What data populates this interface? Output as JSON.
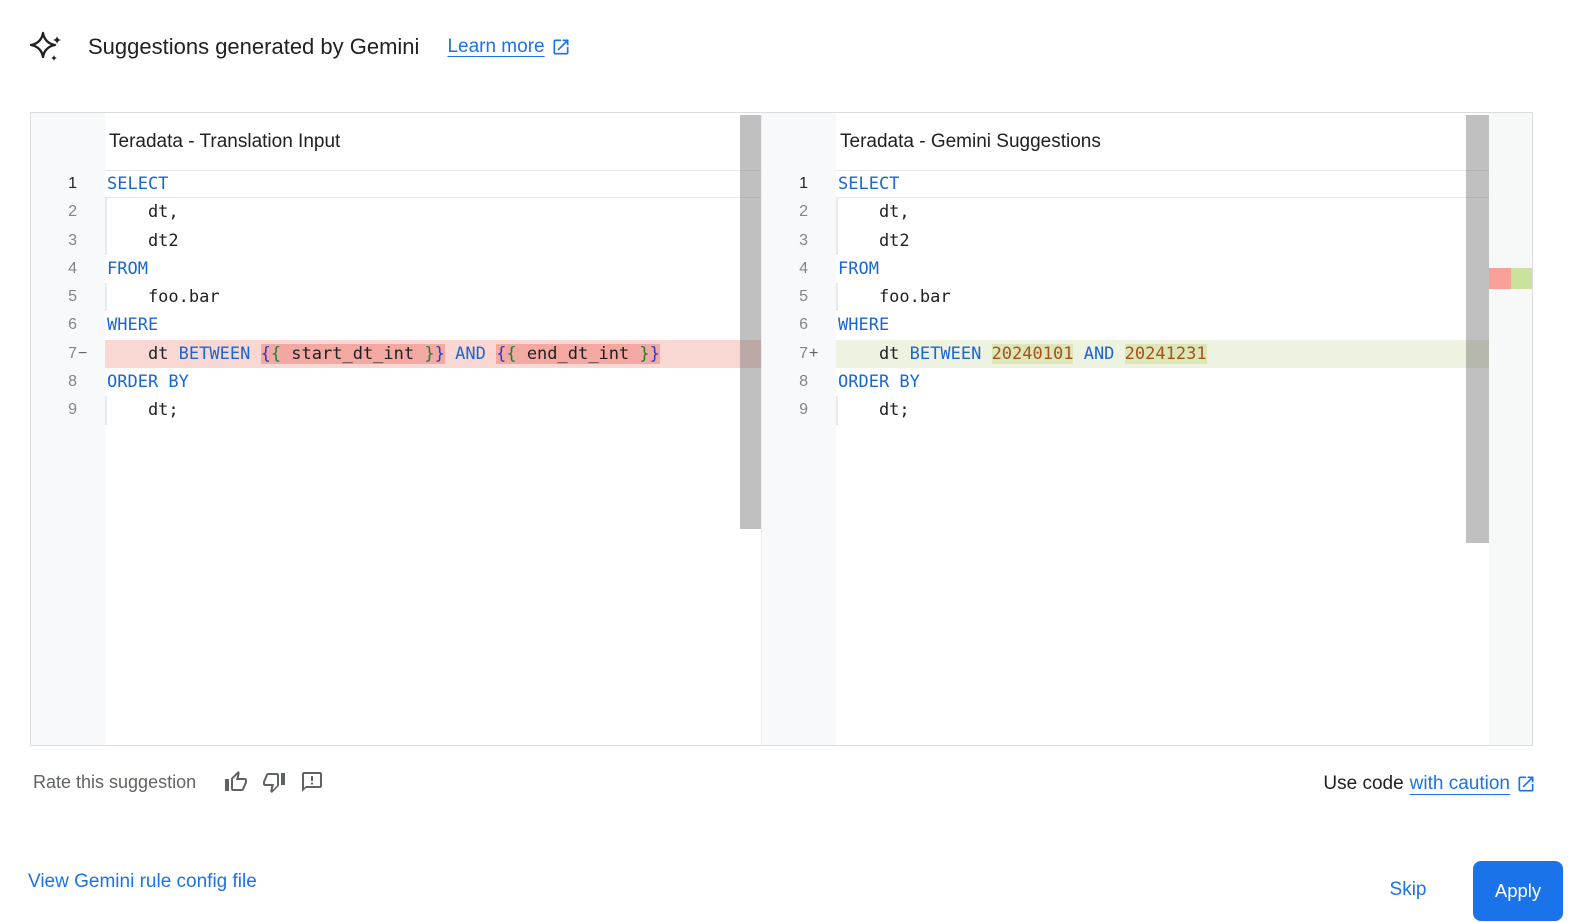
{
  "header": {
    "title": "Suggestions generated by Gemini",
    "learn_more_label": "Learn more",
    "sparkle_icon": "gemini-sparkle-icon",
    "external_icon": "open-in-new-icon"
  },
  "colors": {
    "link_blue": "#1a73e8",
    "keyword_blue": "#1967d2",
    "number_literal": "#a6521b",
    "brace_blue": "#2b38c8",
    "brace_green": "#188038",
    "removed_line_bg": "#f9d8d4",
    "removed_word_bg": "#f3a8a1",
    "added_line_bg": "#eef2e1",
    "added_word_bg": "#dce6b8",
    "ruler_mark_red": "#f9a099",
    "ruler_mark_green": "#cbe29e",
    "apply_button_bg": "#1a73e8"
  },
  "panels": [
    {
      "title": "Teradata - Translation Input",
      "lines": [
        {
          "n": "1",
          "sign": "",
          "cls": "first",
          "tokens": [
            {
              "t": "SELECT",
              "c": "kw"
            }
          ]
        },
        {
          "n": "2",
          "sign": "",
          "indent": true,
          "tokens": [
            {
              "t": "    dt,",
              "c": "pl"
            }
          ]
        },
        {
          "n": "3",
          "sign": "",
          "indent": true,
          "tokens": [
            {
              "t": "    dt2",
              "c": "pl"
            }
          ]
        },
        {
          "n": "4",
          "sign": "",
          "tokens": [
            {
              "t": "FROM",
              "c": "kw"
            }
          ]
        },
        {
          "n": "5",
          "sign": "",
          "indent": true,
          "tokens": [
            {
              "t": "    foo.bar",
              "c": "pl"
            }
          ]
        },
        {
          "n": "6",
          "sign": "",
          "tokens": [
            {
              "t": "WHERE",
              "c": "kw"
            }
          ]
        },
        {
          "n": "7",
          "sign": "−",
          "cls": "removed",
          "tokens": [
            {
              "t": "    dt ",
              "c": "pl"
            },
            {
              "t": "BETWEEN",
              "c": "kw"
            },
            {
              "t": " ",
              "c": "pl"
            },
            {
              "hl": true,
              "seg": [
                {
                  "t": "{",
                  "c": "b1"
                },
                {
                  "t": "{",
                  "c": "b2"
                },
                {
                  "t": " start_dt_int ",
                  "c": "pl"
                },
                {
                  "t": "}",
                  "c": "b2"
                },
                {
                  "t": "}",
                  "c": "b1"
                }
              ]
            },
            {
              "t": " ",
              "c": "pl"
            },
            {
              "t": "AND",
              "c": "kw"
            },
            {
              "t": " ",
              "c": "pl"
            },
            {
              "hl": true,
              "seg": [
                {
                  "t": "{",
                  "c": "b1"
                },
                {
                  "t": "{",
                  "c": "b2"
                },
                {
                  "t": " end_dt_int ",
                  "c": "pl"
                },
                {
                  "t": "}",
                  "c": "b2"
                },
                {
                  "t": "}",
                  "c": "b1"
                }
              ]
            }
          ]
        },
        {
          "n": "8",
          "sign": "",
          "tokens": [
            {
              "t": "ORDER BY",
              "c": "kw"
            }
          ]
        },
        {
          "n": "9",
          "sign": "",
          "indent": true,
          "tokens": [
            {
              "t": "    dt;",
              "c": "pl"
            }
          ]
        }
      ]
    },
    {
      "title": "Teradata - Gemini Suggestions",
      "lines": [
        {
          "n": "1",
          "sign": "",
          "cls": "first",
          "tokens": [
            {
              "t": "SELECT",
              "c": "kw"
            }
          ]
        },
        {
          "n": "2",
          "sign": "",
          "indent": true,
          "tokens": [
            {
              "t": "    dt,",
              "c": "pl"
            }
          ]
        },
        {
          "n": "3",
          "sign": "",
          "indent": true,
          "tokens": [
            {
              "t": "    dt2",
              "c": "pl"
            }
          ]
        },
        {
          "n": "4",
          "sign": "",
          "tokens": [
            {
              "t": "FROM",
              "c": "kw"
            }
          ]
        },
        {
          "n": "5",
          "sign": "",
          "indent": true,
          "tokens": [
            {
              "t": "    foo.bar",
              "c": "pl"
            }
          ]
        },
        {
          "n": "6",
          "sign": "",
          "tokens": [
            {
              "t": "WHERE",
              "c": "kw"
            }
          ]
        },
        {
          "n": "7",
          "sign": "+",
          "cls": "added",
          "tokens": [
            {
              "t": "    dt ",
              "c": "pl"
            },
            {
              "t": "BETWEEN",
              "c": "kw"
            },
            {
              "t": " ",
              "c": "pl"
            },
            {
              "hl": true,
              "seg": [
                {
                  "t": "20240101",
                  "c": "num"
                }
              ]
            },
            {
              "t": " ",
              "c": "pl"
            },
            {
              "t": "AND",
              "c": "kw"
            },
            {
              "t": " ",
              "c": "pl"
            },
            {
              "hl": true,
              "seg": [
                {
                  "t": "20241231",
                  "c": "num"
                }
              ]
            }
          ]
        },
        {
          "n": "8",
          "sign": "",
          "tokens": [
            {
              "t": "ORDER BY",
              "c": "kw"
            }
          ]
        },
        {
          "n": "9",
          "sign": "",
          "indent": true,
          "tokens": [
            {
              "t": "    dt;",
              "c": "pl"
            }
          ]
        }
      ]
    }
  ],
  "rate": {
    "label": "Rate this suggestion",
    "icons": [
      "thumb-up-icon",
      "thumb-down-icon",
      "feedback-icon"
    ]
  },
  "caution": {
    "prefix": "Use code",
    "link_label": "with caution",
    "external_icon": "open-in-new-icon"
  },
  "footer": {
    "config_link_label": "View Gemini rule config file",
    "skip_label": "Skip",
    "apply_label": "Apply"
  }
}
